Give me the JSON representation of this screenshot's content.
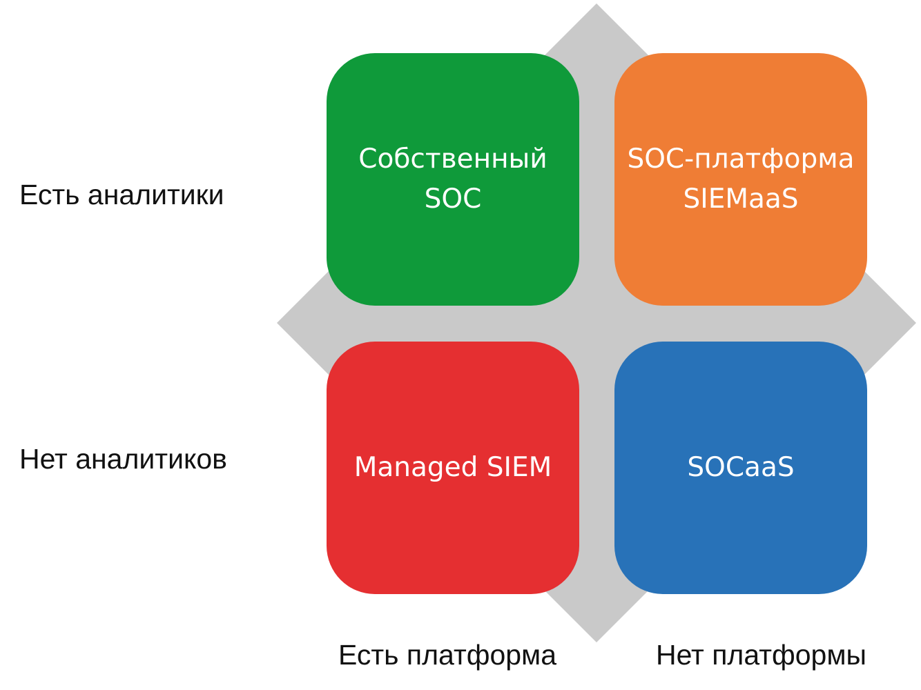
{
  "rows": {
    "top_label": "Есть аналитики",
    "bottom_label": "Нет аналитиков"
  },
  "columns": {
    "left_label": "Есть платформа",
    "right_label": "Нет платформы"
  },
  "quadrants": {
    "top_left": {
      "line1": "Собственный",
      "line2": "SOC",
      "color": "#0f9a3a"
    },
    "top_right": {
      "line1": "SOC-платформа",
      "line2": "SIEMaaS",
      "color": "#ef7d35"
    },
    "bottom_left": {
      "line1": "Managed SIEM",
      "color": "#e52f31"
    },
    "bottom_right": {
      "line1": "SOCaaS",
      "color": "#2872b8"
    }
  },
  "colors": {
    "diamond": "#c9c9c9",
    "text_on_tile": "#ffffff",
    "label_text": "#111111"
  }
}
